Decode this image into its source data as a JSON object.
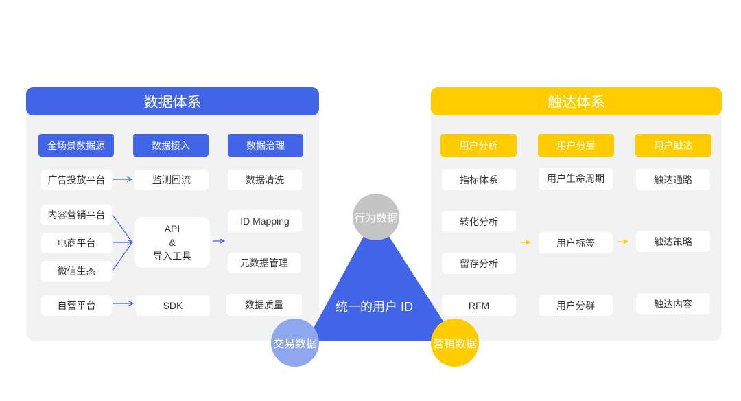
{
  "data_system": {
    "title": "数据体系",
    "col_headers": [
      "全场景数据源",
      "数据接入",
      "数据治理"
    ],
    "sources": [
      "广告投放平台",
      "内容营销平台",
      "电商平台",
      "微信生态",
      "自营平台"
    ],
    "ingest": [
      "监测回流",
      "API\n&\n导入工具",
      "SDK"
    ],
    "governance": [
      "数据清洗",
      "ID Mapping",
      "元数据管理",
      "数据质量"
    ]
  },
  "reach_system": {
    "title": "触达体系",
    "col_headers": [
      "用户分析",
      "用户分层",
      "用户触达"
    ],
    "analysis": [
      "指标体系",
      "转化分析",
      "留存分析",
      "RFM"
    ],
    "layering": [
      "用户生命周期",
      "用户标签",
      "用户分群"
    ],
    "reach": [
      "触达通路",
      "触达策略",
      "触达内容"
    ]
  },
  "center": {
    "title": "统一的用户 ID",
    "behavior": "行为数据",
    "transaction": "交易数据",
    "marketing": "营销数据"
  },
  "colors": {
    "blue": "#4165e6",
    "yellow": "#ffcc00",
    "panel": "#f2f2f2",
    "circle_gray": "#c4c4c4",
    "circle_lightblue": "#8fa7ef"
  }
}
